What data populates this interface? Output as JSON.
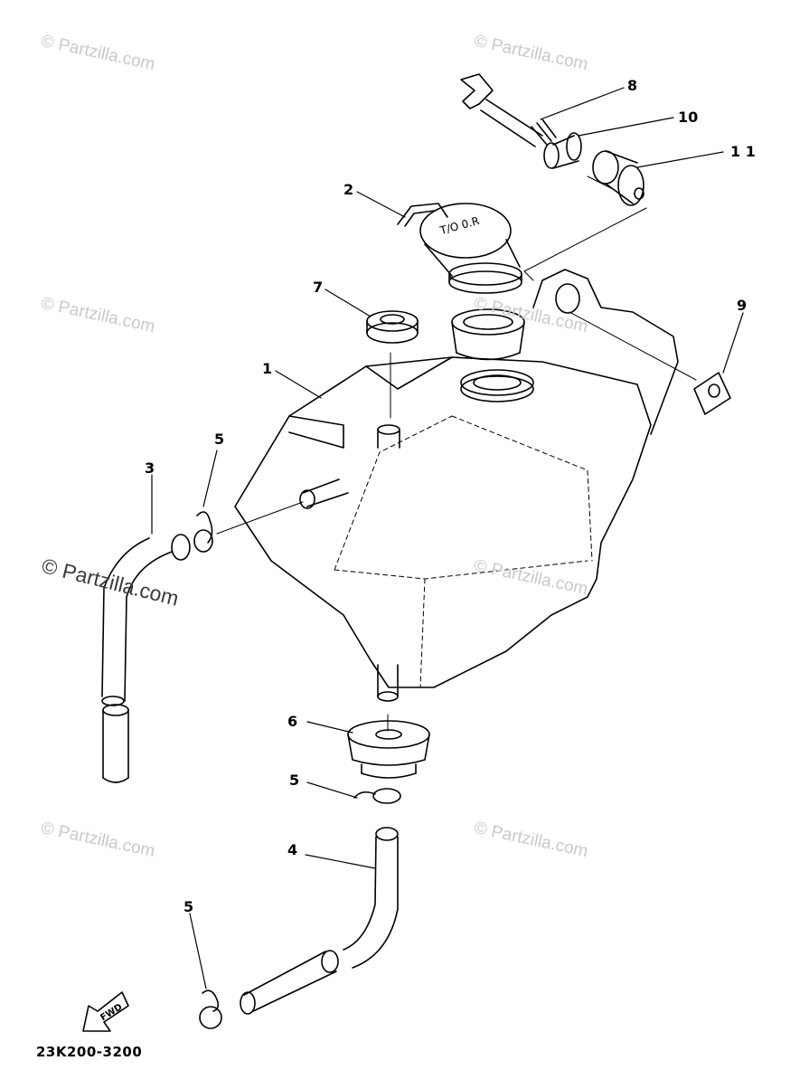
{
  "watermarks": {
    "small": "© Partzilla.com",
    "large": "© Partzilla.com"
  },
  "callouts": {
    "c1": "1",
    "c2": "2",
    "c3": "3",
    "c4": "4",
    "c5a": "5",
    "c5b": "5",
    "c5c": "5",
    "c6": "6",
    "c7": "7",
    "c8": "8",
    "c9": "9",
    "c10": "10",
    "c11": "1 1"
  },
  "cap_marking": "T/O 0.R",
  "fwd_label": "FWD",
  "diagram_code": "23K200-3200",
  "colors": {
    "line": "#000000",
    "watermark": "#c9c9c9"
  }
}
